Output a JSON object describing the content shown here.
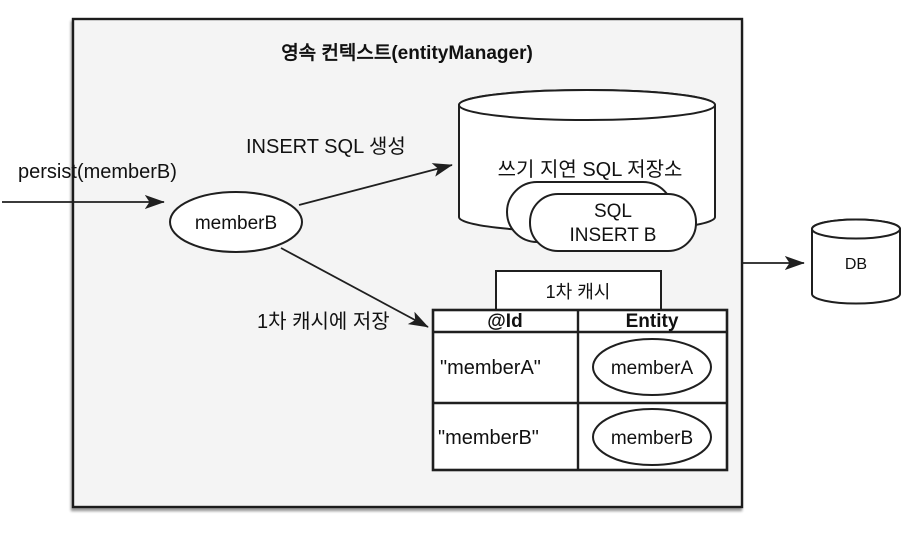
{
  "colors": {
    "page_bg": "#ffffff",
    "container_fill": "#f4f4f4",
    "shape_fill": "#ffffff",
    "stroke": "#1f1f1f",
    "text": "#111111"
  },
  "container": {
    "title": "영속 컨텍스트(entityManager)"
  },
  "external": {
    "persist_label": "persist(memberB)",
    "db_label": "DB"
  },
  "entity": {
    "label": "memberB"
  },
  "arrows": {
    "insert_sql_label": "INSERT SQL 생성",
    "first_cache_label": "1차 캐시에 저장"
  },
  "sql_store": {
    "title": "쓰기 지연 SQL 저장소",
    "sql_box_line1": "SQL",
    "sql_box_line2": "INSERT B"
  },
  "cache_table": {
    "tab_label": "1차 캐시",
    "columns": [
      "@Id",
      "Entity"
    ],
    "rows": [
      {
        "id": "\"memberA\"",
        "entity": "memberA"
      },
      {
        "id": "\"memberB\"",
        "entity": "memberB"
      }
    ]
  }
}
